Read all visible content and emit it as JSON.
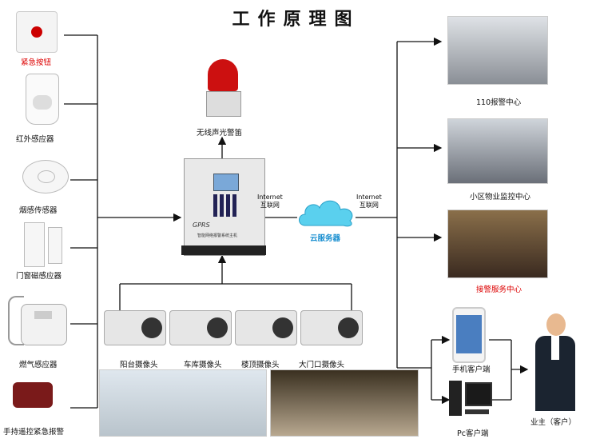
{
  "title": "工作原理图",
  "sensors": [
    {
      "label": "紧急按钮",
      "color": "#d40000"
    },
    {
      "label": "红外感应器",
      "color": "#111111"
    },
    {
      "label": "烟感传感器",
      "color": "#111111"
    },
    {
      "label": "门窗磁感应器",
      "color": "#111111"
    },
    {
      "label": "燃气感应器",
      "color": "#111111"
    },
    {
      "label": "手持遥控紧急报警",
      "color": "#111111"
    }
  ],
  "siren_label": "无线声光警笛",
  "host": {
    "brand": "GPRS",
    "subtitle": "智能网络报警系统主机"
  },
  "internet_left": {
    "line1": "Internet",
    "line2": "互联网"
  },
  "internet_right": {
    "line1": "Internet",
    "line2": "互联网"
  },
  "cloud_label": "云服务器",
  "cameras": [
    "阳台摄像头",
    "车库摄像头",
    "楼顶摄像头",
    "大门口摄像头"
  ],
  "centers": [
    {
      "label": "110报警中心",
      "color": "#111111"
    },
    {
      "label": "小区物业监控中心",
      "color": "#111111"
    },
    {
      "label": "接警服务中心",
      "color": "#d40000"
    }
  ],
  "clients": {
    "phone": "手机客户端",
    "pc": "Pc客户端",
    "owner": "业主（客户）"
  }
}
